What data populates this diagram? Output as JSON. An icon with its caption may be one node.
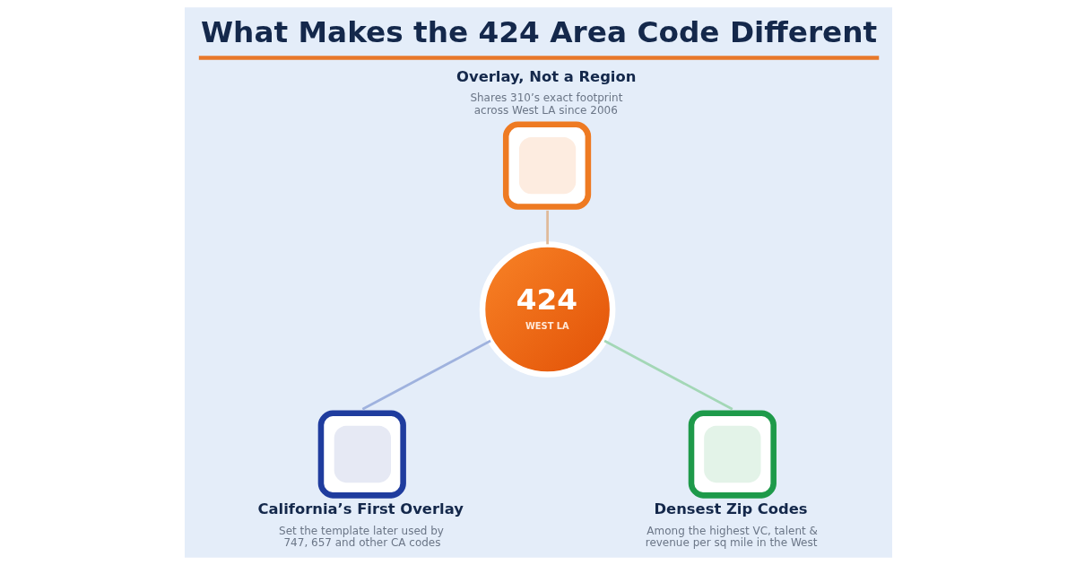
{
  "diagram": {
    "title": "What Makes the 424 Area Code Different",
    "nodes": [
      {
        "text": [
          "Overlay, Not a Region",
          "Shares 310’s exact footprint across West LA since 2006"
        ]
      },
      {
        "text": [
          "424",
          "WEST LA"
        ]
      },
      {
        "text": [
          "California’s First Overlay",
          "Set the template later used by 747, 657 and other CA codes"
        ]
      },
      {
        "text": [
          "Densest Zip Codes",
          "Among the highest VC, talent & revenue per sq mile in the West"
        ]
      }
    ],
    "edges": [
      {
        "from": 0,
        "to": 1,
        "arrow": "none",
        "color": "#dfb999"
      },
      {
        "from": 1,
        "to": 2,
        "arrow": "none",
        "color": "#9fb2de"
      },
      {
        "from": 1,
        "to": 3,
        "arrow": "none",
        "color": "#a3d7b6"
      }
    ]
  }
}
